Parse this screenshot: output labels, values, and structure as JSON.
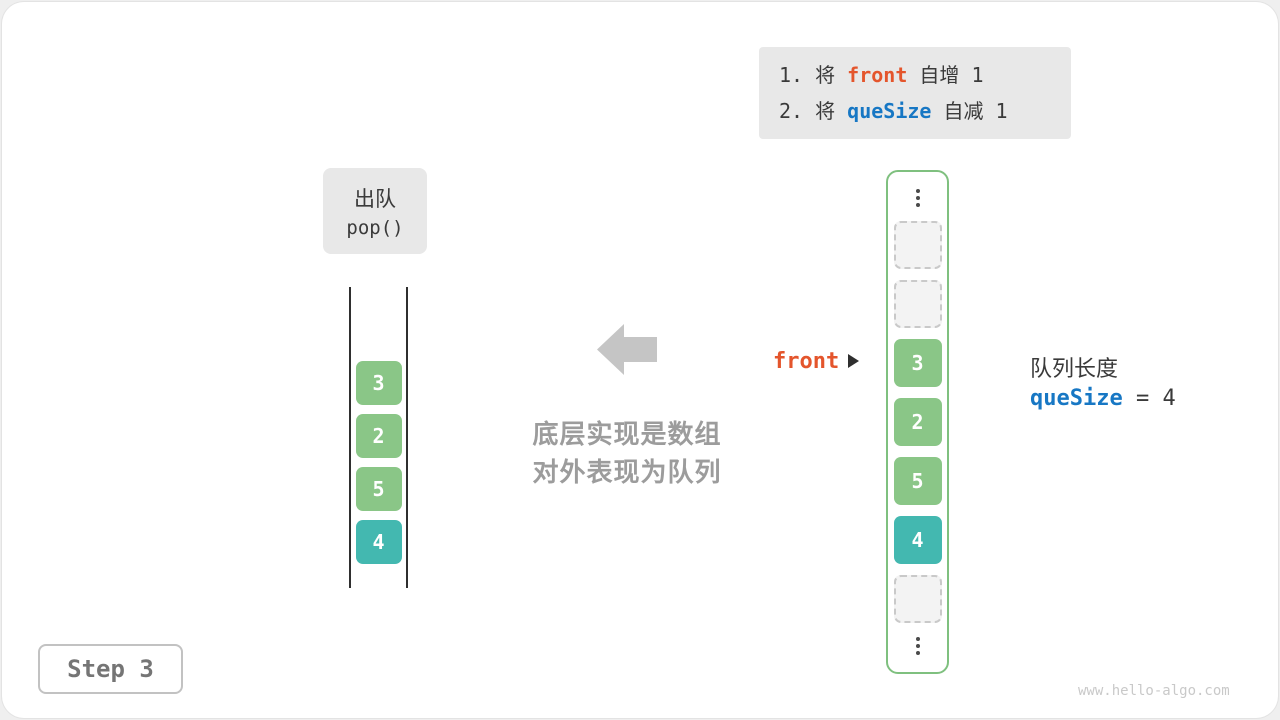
{
  "colors": {
    "green": "#8ac687",
    "teal": "#43b8b0",
    "orange": "#e4552c",
    "blue": "#1777c4",
    "box-bg": "#e8e8e8",
    "text-dark": "#3a3a3a",
    "gray-text": "#9c9c9c",
    "arrow-gray": "#c5c5c5",
    "border-green": "#7fc07f",
    "dash": "#c9c9c9",
    "empty-bg": "#f3f3f3",
    "watermark": "#c9c9c9",
    "step-text": "#757575",
    "step-border": "#c2c2c2"
  },
  "instruction_box": {
    "line1": {
      "prefix": "1. 将 ",
      "code": "front",
      "suffix": " 自增 1"
    },
    "line2": {
      "prefix": "2. 将 ",
      "code": "queSize",
      "suffix": " 自减 1"
    }
  },
  "operation_box": {
    "title": "出队",
    "code": "pop()"
  },
  "left_queue": {
    "cells": [
      {
        "kind": "filled",
        "value": "3",
        "variant": "green"
      },
      {
        "kind": "filled",
        "value": "2",
        "variant": "green"
      },
      {
        "kind": "filled",
        "value": "5",
        "variant": "green"
      },
      {
        "kind": "filled",
        "value": "4",
        "variant": "teal"
      }
    ]
  },
  "middle_caption": {
    "line1": "底层实现是数组",
    "line2": "对外表现为队列"
  },
  "array_panel": {
    "cells": [
      {
        "kind": "ellipsis"
      },
      {
        "kind": "empty"
      },
      {
        "kind": "empty"
      },
      {
        "kind": "filled",
        "value": "3",
        "variant": "green"
      },
      {
        "kind": "filled",
        "value": "2",
        "variant": "green"
      },
      {
        "kind": "filled",
        "value": "5",
        "variant": "green"
      },
      {
        "kind": "filled",
        "value": "4",
        "variant": "teal"
      },
      {
        "kind": "empty"
      },
      {
        "kind": "ellipsis"
      }
    ]
  },
  "front_pointer": {
    "label": "front"
  },
  "queue_length": {
    "title": "队列长度",
    "var": "queSize",
    "value": " = 4"
  },
  "step_label": "Step 3",
  "watermark": "www.hello-algo.com"
}
